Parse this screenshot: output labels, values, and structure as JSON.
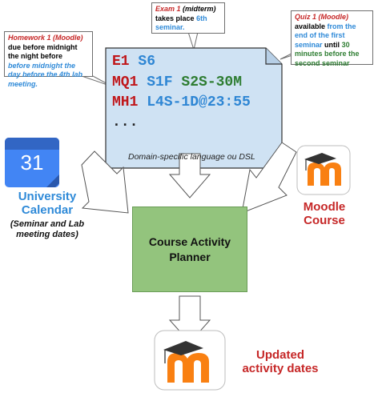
{
  "callouts": {
    "exam": {
      "title": "Exam 1",
      "paren": "(midterm)",
      "line2": "takes place",
      "highlight": "6th seminar."
    },
    "homework": {
      "title": "Homework 1 (Moodle)",
      "line1": "due before midnight the night before",
      "line2": "before midnight the day before the 4th lab meeting."
    },
    "quiz": {
      "title": "Quiz 1 (Moodle)",
      "w_available": "available",
      "w_from": "from the end of the first seminar",
      "w_until": "until",
      "w_30": "30 minutes before the second seminar"
    }
  },
  "dsl": {
    "line1": [
      {
        "t": "E1",
        "c": "red"
      },
      {
        "t": " S6",
        "c": "blue"
      }
    ],
    "line2": [
      {
        "t": "MQ1",
        "c": "red"
      },
      {
        "t": " S1F",
        "c": "blue"
      },
      {
        "t": " S2S-30M",
        "c": "green"
      }
    ],
    "line3": [
      {
        "t": "MH1",
        "c": "red"
      },
      {
        "t": " L4S-1D@23:55",
        "c": "blue"
      }
    ],
    "line4": [
      {
        "t": "...",
        "c": "dark"
      }
    ],
    "caption": "Domain-specific language ou DSL"
  },
  "left": {
    "calendar_day": "31",
    "title_line1": "University",
    "title_line2": "Calendar",
    "sub_line1": "(Seminar and Lab",
    "sub_line2": "meeting dates)"
  },
  "right": {
    "title_line1": "Moodle",
    "title_line2": "Course"
  },
  "center": {
    "line1": "Course Activity",
    "line2": "Planner"
  },
  "bottom": {
    "line1": "Updated",
    "line2": "activity dates"
  },
  "colors": {
    "planner": "#93c47d",
    "dsl_box": "#cfe2f3",
    "calendar": "#4285f4",
    "moodle_orange": "#f98012"
  }
}
